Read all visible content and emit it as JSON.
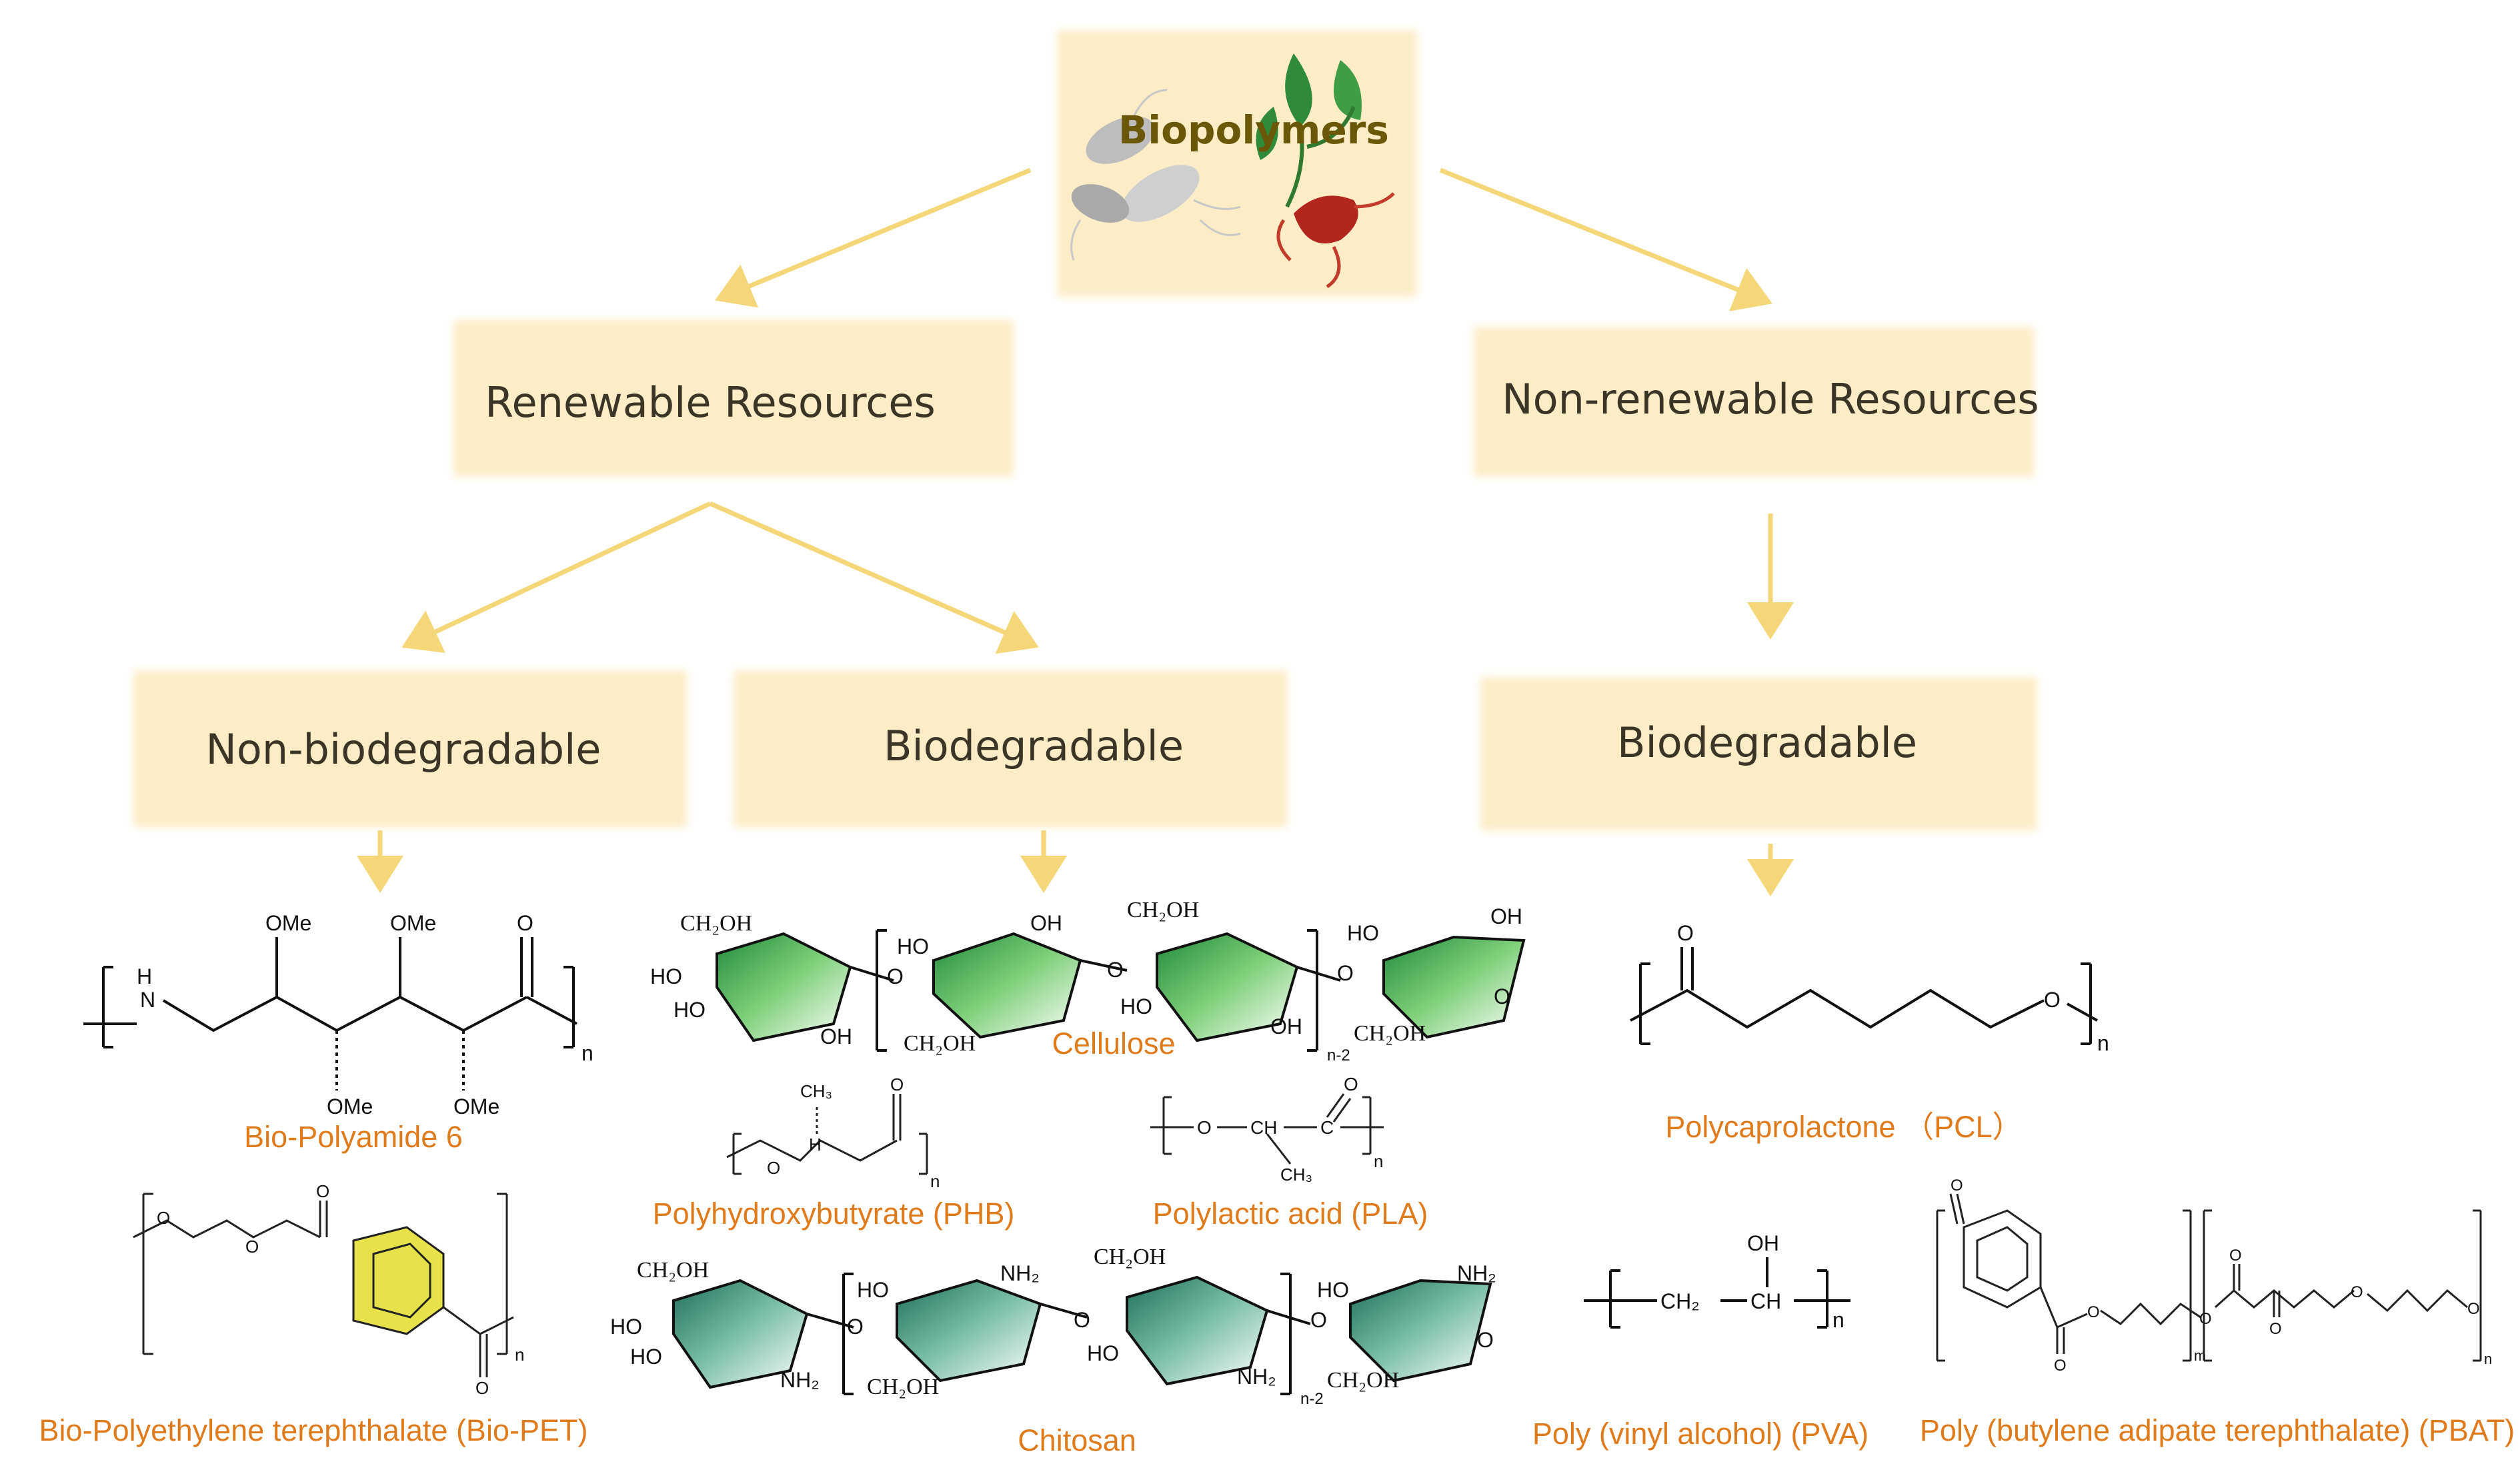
{
  "root": {
    "title": "Biopolymers"
  },
  "level1": {
    "renewable": "Renewable Resources",
    "nonrenewable": "Non-renewable Resources"
  },
  "level2": {
    "nonbio": "Non-biodegradable",
    "bio_left": "Biodegradable",
    "bio_right": "Biodegradable"
  },
  "captions": {
    "bio_pa6": "Bio-Polyamide 6",
    "bio_pet": "Bio-Polyethylene terephthalate (Bio-PET)",
    "cellulose": "Cellulose",
    "phb": "Polyhydroxybutyrate (PHB)",
    "pla": "Polylactic acid (PLA)",
    "chitosan": "Chitosan",
    "pcl": "Polycaprolactone （PCL）",
    "pva": "Poly (vinyl alcohol) (PVA)",
    "pbat": "Poly (butylene adipate terephthalate) (PBAT)"
  },
  "chem_labels": {
    "ome": "OMe",
    "o": "O",
    "n": "n",
    "nh": "H",
    "n_atom": "N",
    "ch2oh": "CH₂OH",
    "ho": "HO",
    "oh": "OH",
    "nh2": "NH₂",
    "n2": "n-2",
    "ch3": "CH₃",
    "ch": "CH",
    "c": "C",
    "ch2": "CH₂",
    "h": "H",
    "m": "m"
  },
  "colors": {
    "box": "#FCEDC6",
    "arrow": "#F5D77A",
    "caption": "#E07B1C",
    "ring_green": "#3fae49",
    "ring_teal": "#2e8f78",
    "ring_yellow": "#e8e24a"
  },
  "icons": [
    "bacteria-icon",
    "leaf-plant-icon",
    "shrimp-icon"
  ]
}
